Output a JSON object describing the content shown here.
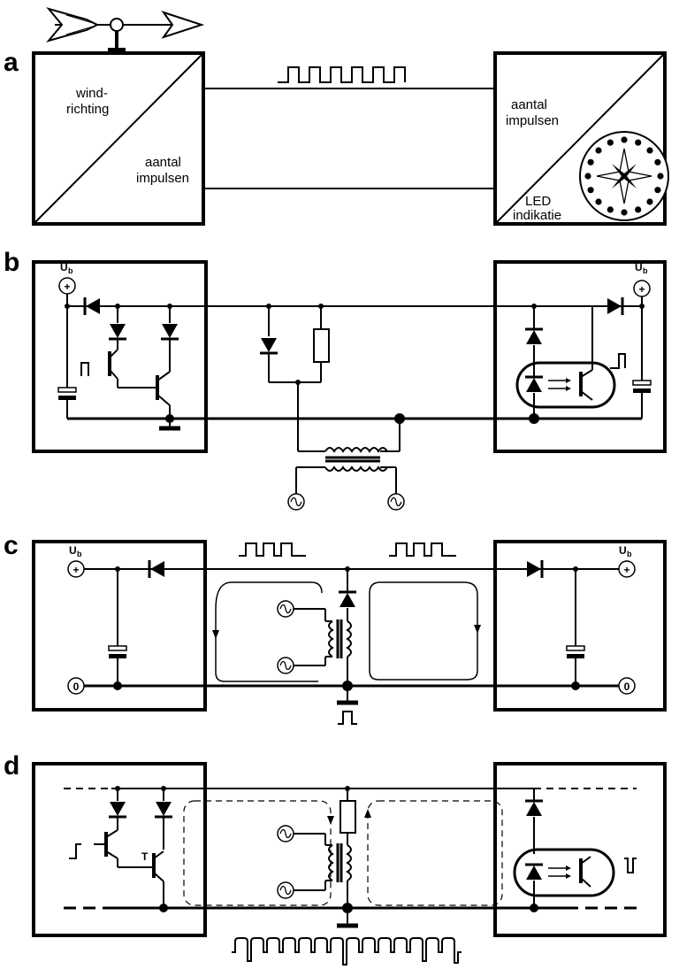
{
  "panels": {
    "a": {
      "label": "a",
      "left_box": {
        "top_text": [
          "wind-",
          "richting"
        ],
        "bottom_text": [
          "aantal",
          "impulsen"
        ]
      },
      "right_box": {
        "top_text": [
          "aantal",
          "impulsen"
        ],
        "bottom_text": [
          "LED",
          "indikatie"
        ]
      }
    },
    "b": {
      "label": "b",
      "supply_left": "U",
      "supply_left_sub": "b",
      "supply_right": "U",
      "supply_right_sub": "b",
      "plus": "+"
    },
    "c": {
      "label": "c",
      "supply_left": "U",
      "supply_left_sub": "b",
      "supply_right": "U",
      "supply_right_sub": "b",
      "plus": "+",
      "zero": "0"
    },
    "d": {
      "label": "d",
      "transistor_label": "T"
    }
  }
}
